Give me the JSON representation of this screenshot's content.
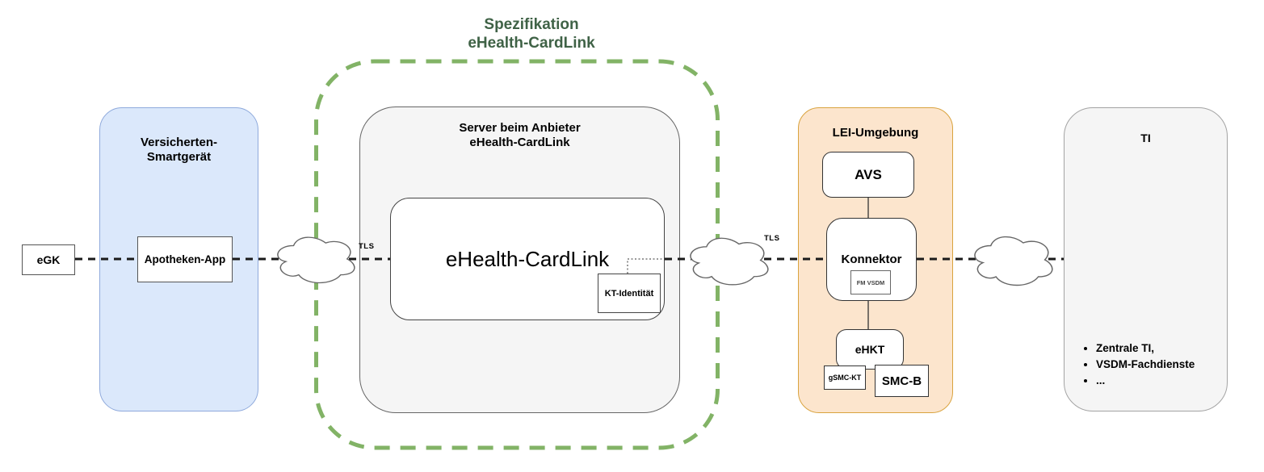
{
  "diagram_title": {
    "line1": "Spezifikation",
    "line2": "eHealth-CardLink"
  },
  "nodes": {
    "egk": {
      "label": "eGK"
    },
    "smart_device": {
      "title_line1": "Versicherten-",
      "title_line2": "Smartgerät"
    },
    "apotheken_app": {
      "label": "Apotheken-App"
    },
    "server": {
      "title_line1": "Server beim Anbieter",
      "title_line2": "eHealth-CardLink"
    },
    "ehealth_cardlink": {
      "label": "eHealth-CardLink"
    },
    "kt_identitaet": {
      "label": "KT-Identität"
    },
    "lei": {
      "title": "LEI-Umgebung"
    },
    "avs": {
      "label": "AVS"
    },
    "konnektor": {
      "label": "Konnektor"
    },
    "fm_vsdm": {
      "label": "FM VSDM"
    },
    "ehkt": {
      "label": "eHKT"
    },
    "gsmc_kt": {
      "label": "gSMC-KT"
    },
    "smc_b": {
      "label": "SMC-B"
    },
    "ti": {
      "title": "TI",
      "bullets": [
        "Zentrale TI,",
        "VSDM-Fachdienste",
        "..."
      ]
    }
  },
  "edge_labels": {
    "tls_left": "TLS",
    "tls_right": "TLS"
  },
  "colors": {
    "title_green": "#3f6246",
    "green_dash_border": "#82b366",
    "blue_fill": "#dbe8fb",
    "blue_border": "#8faadc",
    "orange_fill": "#fce5cd",
    "orange_border": "#d9a33f",
    "gray_fill": "#f5f5f5",
    "gray_border": "#666666",
    "connector_black": "#1a1a1a"
  }
}
